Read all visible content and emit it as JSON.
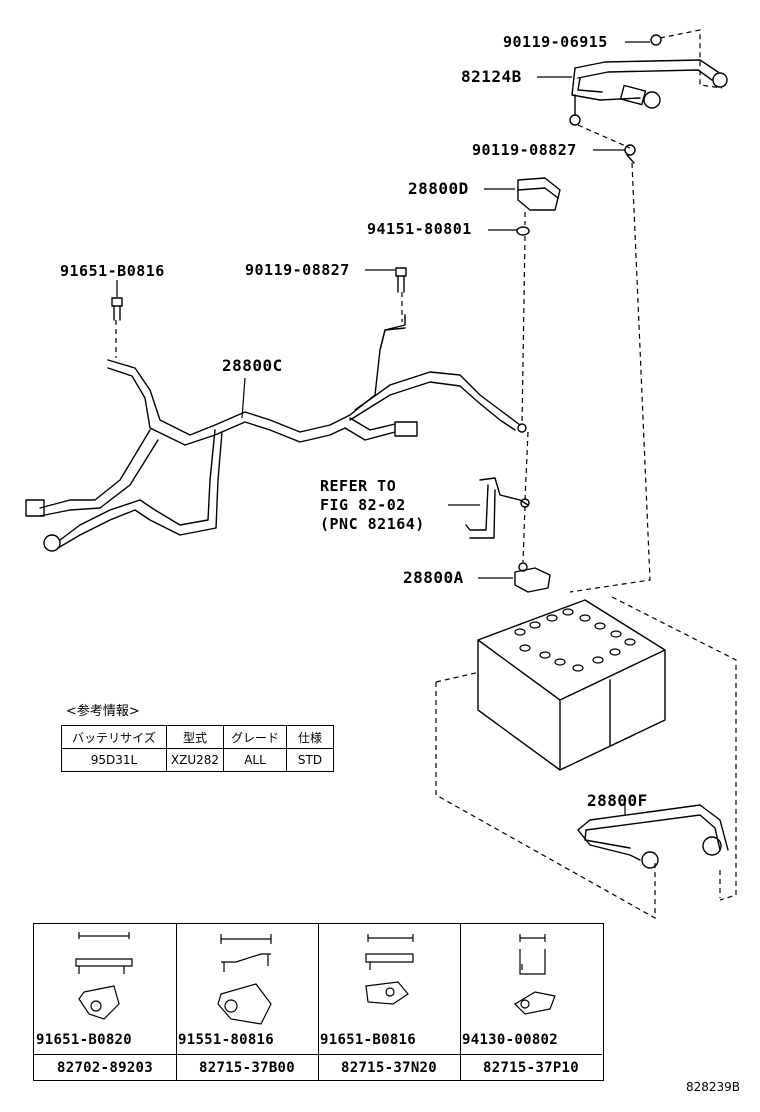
{
  "labels": {
    "p90119_06915": "90119-06915",
    "p82124B": "82124B",
    "p90119_08827_top": "90119-08827",
    "p28800D": "28800D",
    "p94151_80801": "94151-80801",
    "p91651_B0816": "91651-B0816",
    "p90119_08827_mid": "90119-08827",
    "p28800C": "28800C",
    "refer_line1": "REFER TO",
    "refer_line2": "FIG 82-02",
    "refer_line3": "(PNC 82164)",
    "p28800A": "28800A",
    "p28800F": "28800F"
  },
  "spec": {
    "title": "<参考情報>",
    "headers": [
      "バッテリサイズ",
      "型式",
      "グレード",
      "仕様"
    ],
    "row": [
      "95D31L",
      "XZU282",
      "ALL",
      "STD"
    ]
  },
  "boxes": [
    {
      "part1": "91651-B0820",
      "part2": "82702-89203"
    },
    {
      "part1": "91551-80816",
      "part2": "82715-37B00"
    },
    {
      "part1": "91651-B0816",
      "part2": "82715-37N20"
    },
    {
      "part1": "94130-00802",
      "part2": "82715-37P10"
    }
  ],
  "diagram_code": "828239B"
}
